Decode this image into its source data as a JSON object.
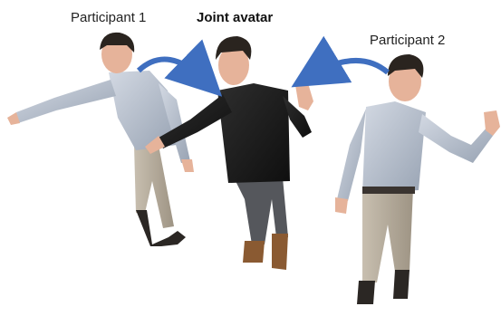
{
  "labels": {
    "participant_1": "Participant 1",
    "joint_avatar": "Joint avatar",
    "participant_2": "Participant 2"
  },
  "colors": {
    "arrow": "#3f6fc0",
    "shirt_light": "#b9c2d0",
    "shirt_dark": "#1c1c1c",
    "pants_khaki": "#b8ad9c",
    "pants_grey": "#55575c",
    "skin": "#e6b39a",
    "hair": "#2a241f",
    "shoes_dark": "#2b2724",
    "shoes_brown": "#8a5a32"
  }
}
